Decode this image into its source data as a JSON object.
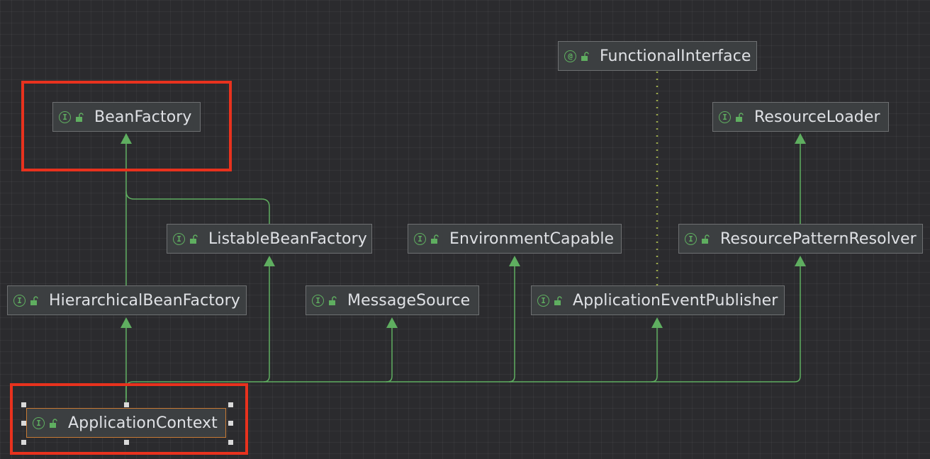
{
  "diagram": {
    "colors": {
      "background": "#2b2b2e",
      "node_fill": "#3c3f41",
      "node_border": "#6e7072",
      "edge": "#5fae60",
      "dotted_edge": "#9aa84a",
      "highlight": "#e8321e",
      "selection": "#c77a35"
    },
    "nodes": [
      {
        "id": "functional-interface",
        "label": "FunctionalInterface",
        "kind_icon": "annotation-icon",
        "kind_glyph": "@"
      },
      {
        "id": "bean-factory",
        "label": "BeanFactory",
        "kind_icon": "interface-icon",
        "kind_glyph": "I"
      },
      {
        "id": "resource-loader",
        "label": "ResourceLoader",
        "kind_icon": "interface-icon",
        "kind_glyph": "I"
      },
      {
        "id": "listable-bean-factory",
        "label": "ListableBeanFactory",
        "kind_icon": "interface-icon",
        "kind_glyph": "I"
      },
      {
        "id": "environment-capable",
        "label": "EnvironmentCapable",
        "kind_icon": "interface-icon",
        "kind_glyph": "I"
      },
      {
        "id": "resource-pattern-resolver",
        "label": "ResourcePatternResolver",
        "kind_icon": "interface-icon",
        "kind_glyph": "I"
      },
      {
        "id": "hierarchical-bean-factory",
        "label": "HierarchicalBeanFactory",
        "kind_icon": "interface-icon",
        "kind_glyph": "I"
      },
      {
        "id": "message-source",
        "label": "MessageSource",
        "kind_icon": "interface-icon",
        "kind_glyph": "I"
      },
      {
        "id": "application-event-publisher",
        "label": "ApplicationEventPublisher",
        "kind_icon": "interface-icon",
        "kind_glyph": "I"
      },
      {
        "id": "application-context",
        "label": "ApplicationContext",
        "kind_icon": "interface-icon",
        "kind_glyph": "I",
        "selected": true
      }
    ],
    "edges": [
      {
        "from": "application-context",
        "to": "hierarchical-bean-factory",
        "style": "solid"
      },
      {
        "from": "application-context",
        "to": "listable-bean-factory",
        "style": "solid"
      },
      {
        "from": "application-context",
        "to": "message-source",
        "style": "solid"
      },
      {
        "from": "application-context",
        "to": "environment-capable",
        "style": "solid"
      },
      {
        "from": "application-context",
        "to": "application-event-publisher",
        "style": "solid"
      },
      {
        "from": "application-context",
        "to": "resource-pattern-resolver",
        "style": "solid"
      },
      {
        "from": "hierarchical-bean-factory",
        "to": "bean-factory",
        "style": "solid"
      },
      {
        "from": "listable-bean-factory",
        "to": "bean-factory",
        "style": "solid"
      },
      {
        "from": "resource-pattern-resolver",
        "to": "resource-loader",
        "style": "solid"
      },
      {
        "from": "application-event-publisher",
        "to": "functional-interface",
        "style": "dotted"
      }
    ],
    "highlighted_nodes": [
      "bean-factory",
      "application-context"
    ]
  }
}
